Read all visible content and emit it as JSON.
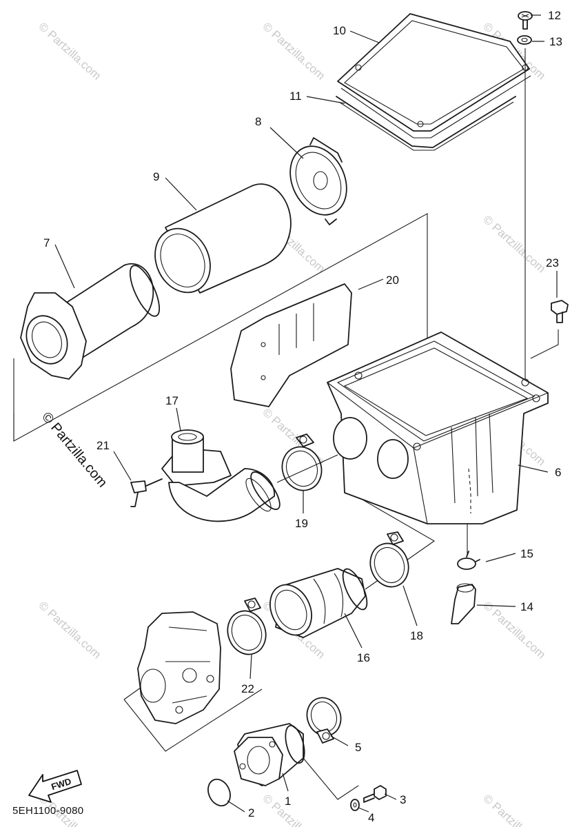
{
  "diagram": {
    "doc_code": "5EH1100-9080",
    "fwd_label": "FWD",
    "watermark": "© Partzilla.com",
    "callouts": {
      "c1": "1",
      "c2": "2",
      "c3": "3",
      "c4": "4",
      "c5": "5",
      "c6": "6",
      "c7": "7",
      "c8": "8",
      "c9": "9",
      "c10": "10",
      "c11": "11",
      "c12": "12",
      "c13": "13",
      "c14": "14",
      "c15": "15",
      "c16": "16",
      "c17": "17",
      "c18": "18",
      "c19": "19",
      "c20": "20",
      "c21": "21",
      "c22": "22",
      "c23": "23"
    }
  }
}
